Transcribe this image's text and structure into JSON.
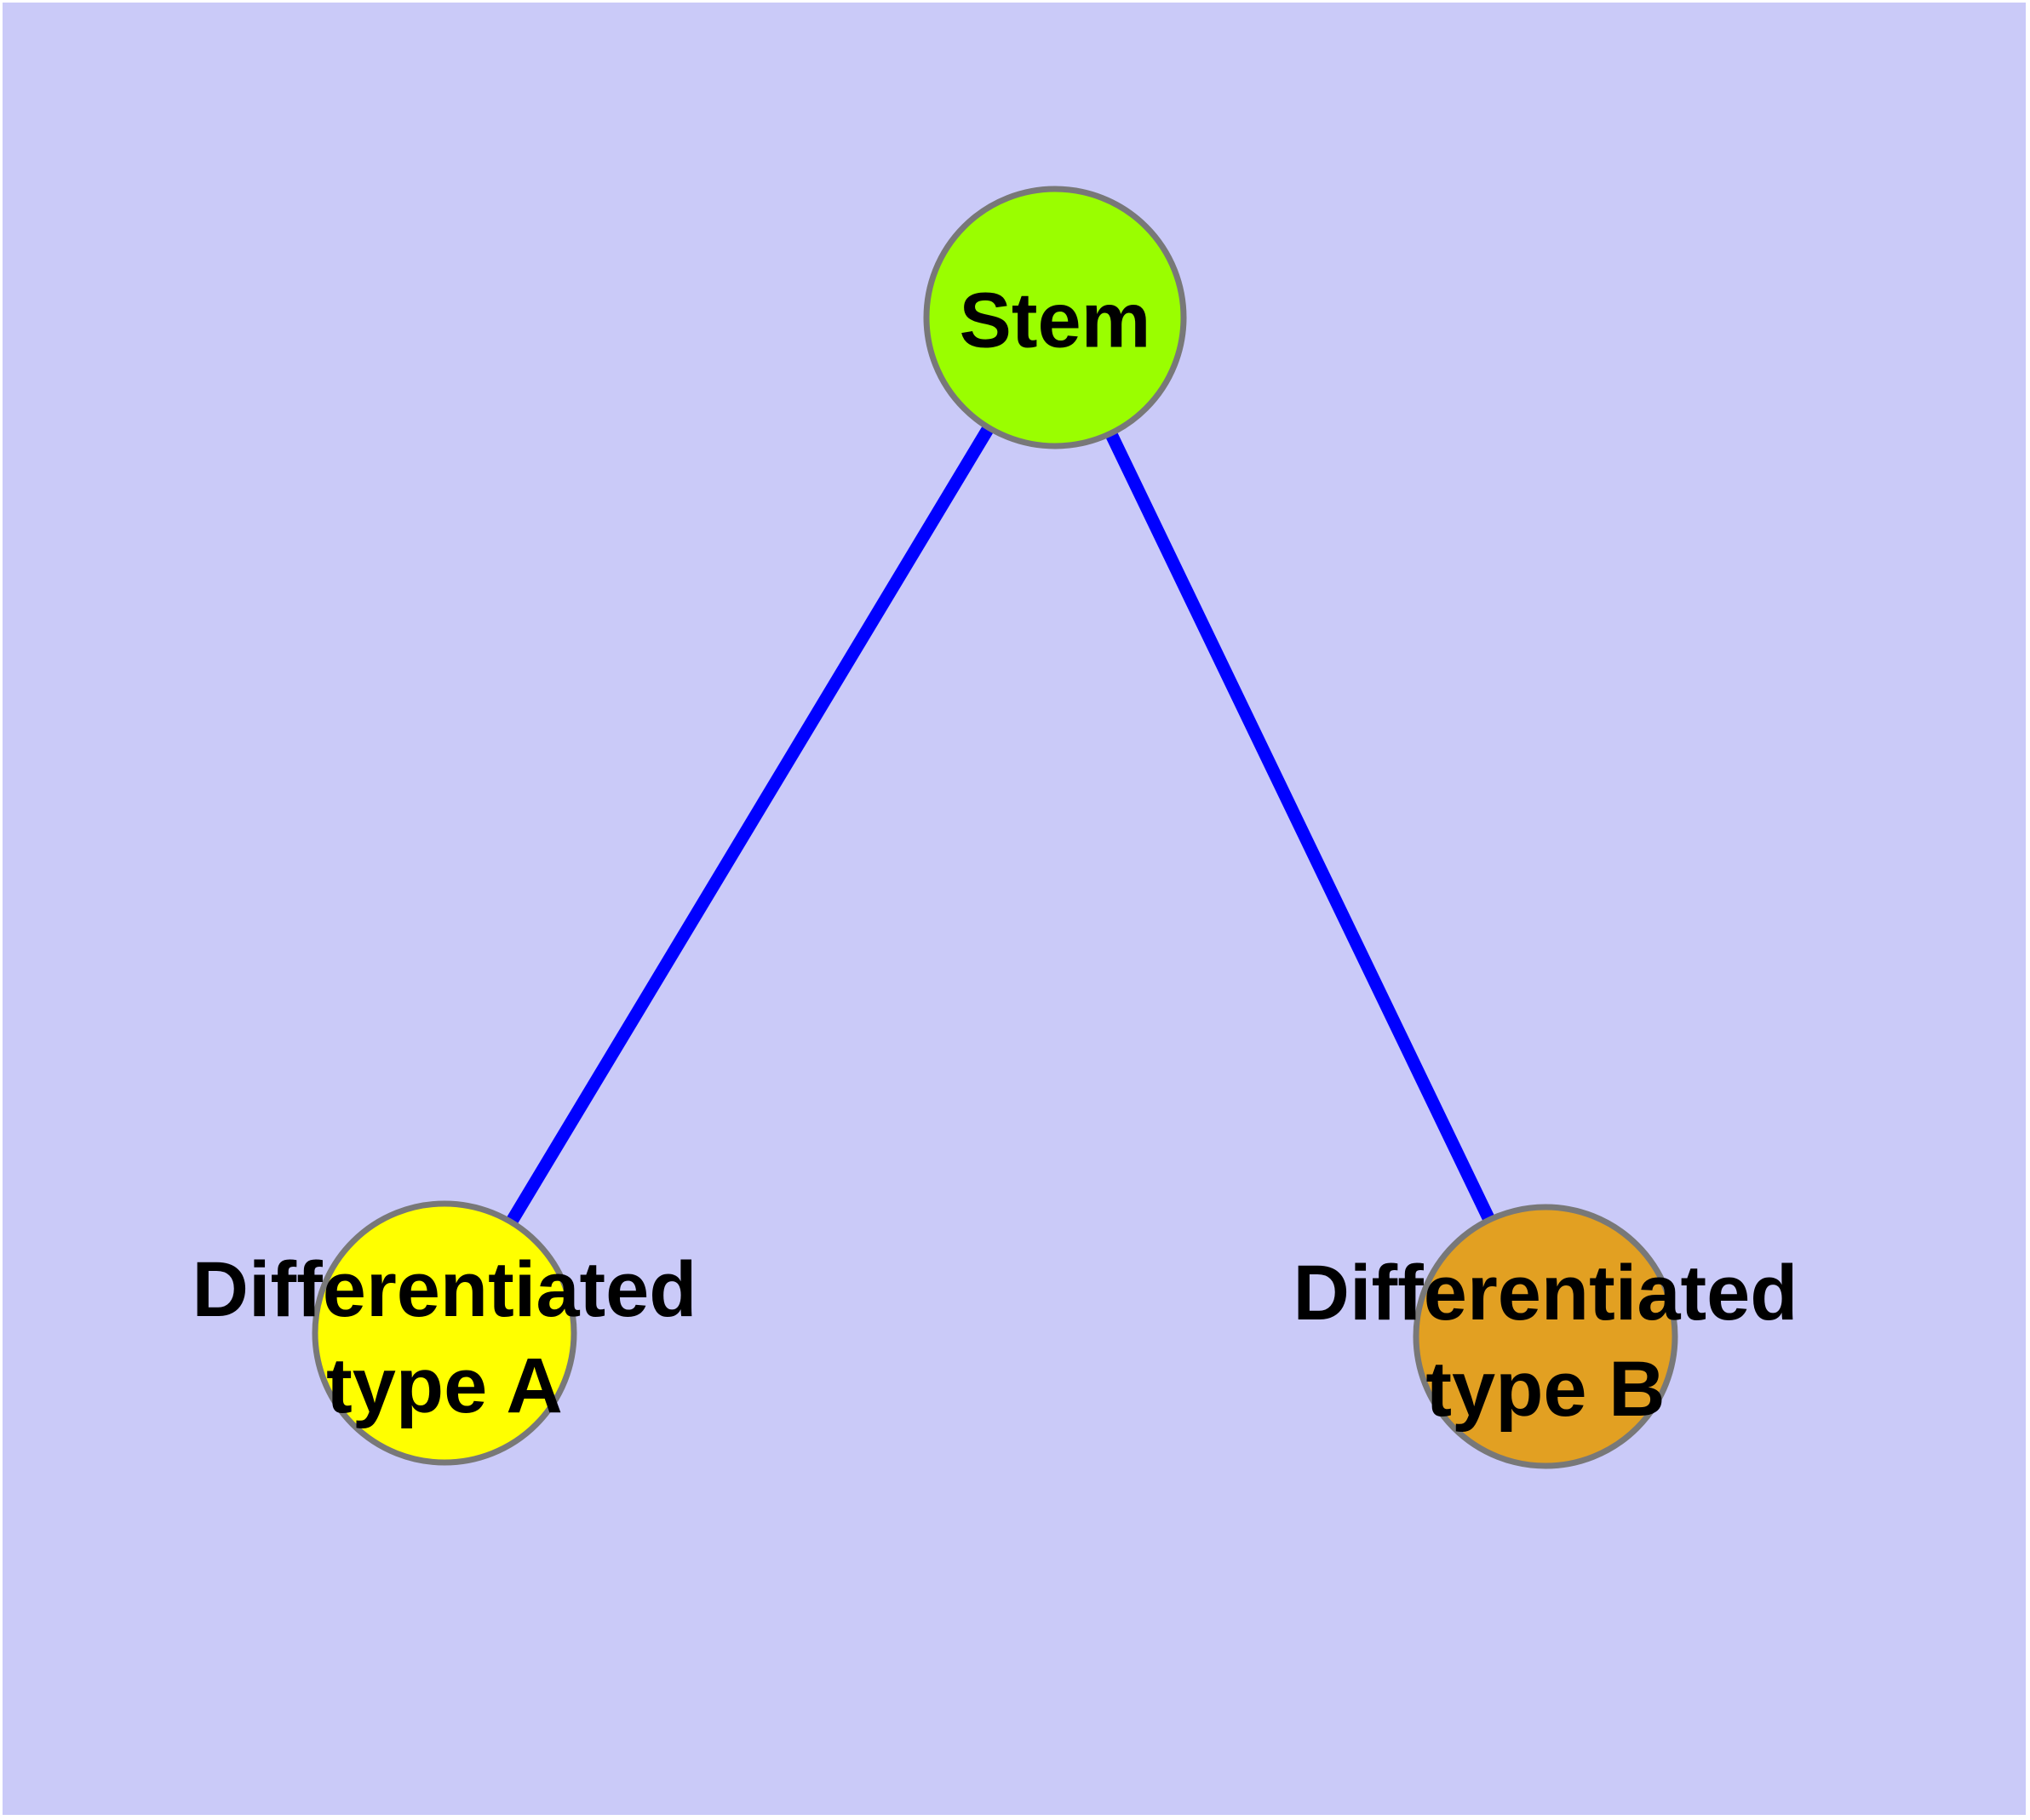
{
  "canvas": {
    "background_color": "#CACAF8",
    "frame_color": "#FFFFFF"
  },
  "graph": {
    "edge_color": "#0000FF",
    "node_border_color": "#787878",
    "label_color": "#000000",
    "nodes": {
      "stem": {
        "label": "Stem",
        "fill": "#9AFE00"
      },
      "type_a": {
        "line1": "Differentiated",
        "line2": "type A",
        "fill": "#FFFF00"
      },
      "type_b": {
        "line1": "Differentiated",
        "line2": "type B",
        "fill": "#E2A022"
      }
    },
    "edges": [
      {
        "from": "Stem",
        "to": "Differentiated type A"
      },
      {
        "from": "Stem",
        "to": "Differentiated type B"
      }
    ]
  }
}
